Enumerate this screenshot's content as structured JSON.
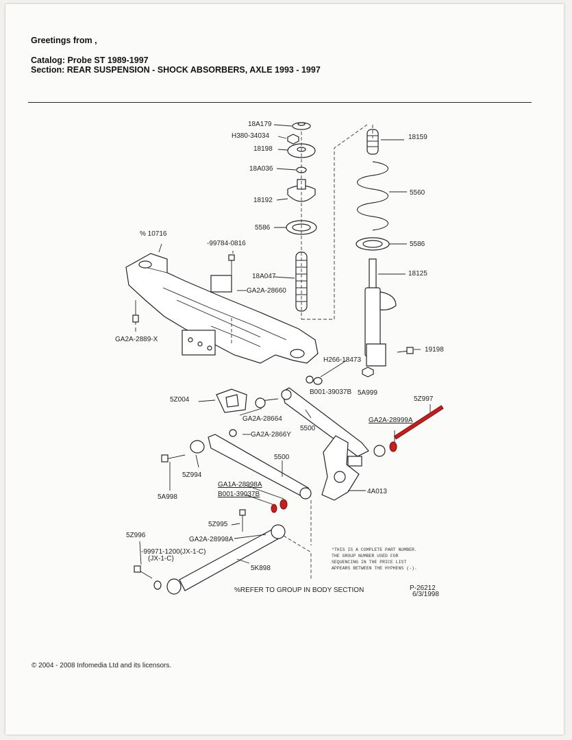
{
  "header": {
    "greeting": "Greetings from ,",
    "catalog": "Catalog: Probe ST 1989-1997",
    "section": "Section: REAR SUSPENSION - SHOCK ABSORBERS, AXLE 1993 - 1997"
  },
  "parts": {
    "p18A179": "18A179",
    "pH380": "H380-34034",
    "p18198": "18198",
    "p18A036": "18A036",
    "p18192": "18192",
    "p5586a": "5586",
    "p18A047": "18A047",
    "p10716": "% 10716",
    "p99784": "-99784-0816",
    "pGA2A28660": "GA2A-28660",
    "p18159": "18159",
    "p5560": "5560",
    "p5586b": "5586",
    "p18125": "18125",
    "p19198": "19198",
    "pH266": "H266-18473",
    "pGA2A2889X": "GA2A-2889-X",
    "pB001a": "B001-39037B",
    "p5A999": "5A999",
    "p5Z004": "5Z004",
    "pGA2A28664": "GA2A-28664",
    "p5500a": "5500",
    "p5Z997": "5Z997",
    "pGA2A28999A": "GA2A-28999A",
    "pGA2A2866Y": "GA2A-2866Y",
    "p5500b": "5500",
    "p5Z994": "5Z994",
    "p5A998": "5A998",
    "pGA1A": "GA1A-28998A",
    "pB001b": "B001-39037B",
    "p4A013": "4A013",
    "p5Z995": "5Z995",
    "pGA2A28998A": "GA2A-28998A",
    "p5Z996": "5Z996",
    "p99971": "-99971-1200(JX-1-C)",
    "pJX": "(JX-1-C)",
    "p5K898": "5K898"
  },
  "notes": {
    "line1": "*THIS IS A COMPLETE PART NUMBER.",
    "line2": "THE GROUP NUMBER USED FOR",
    "line3": "SEQUENCING IN THE PRICE LIST",
    "line4": "APPEARS BETWEEN THE HYPHENS (-).",
    "refer": "%REFER TO GROUP IN BODY SECTION",
    "diagram_id": "P-26212",
    "date": "6/3/1998"
  },
  "footer": {
    "copyright": "© 2004 - 2008 Infomedia Ltd and its licensors."
  },
  "colors": {
    "highlight": "#c81e1e",
    "ink": "#222222",
    "paper": "#fbfbf9"
  }
}
